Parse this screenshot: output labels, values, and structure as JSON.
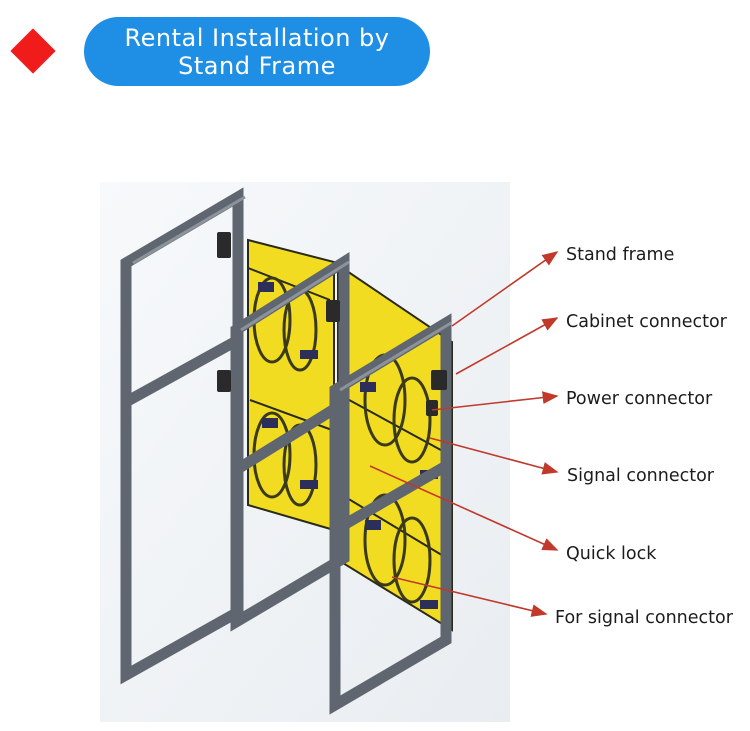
{
  "header": {
    "title": "Rental Installation by\nStand Frame"
  },
  "labels": [
    "Stand frame",
    "Cabinet connector",
    "Power connector",
    "Signal connector",
    "Quick lock",
    "For signal connector"
  ],
  "colors": {
    "accent_red": "#f01c1c",
    "title_blue": "#1f8fe6",
    "frame_gray": "#5f6670",
    "cabinet_yellow": "#f2dc22",
    "arrow_red": "#c0392b"
  }
}
